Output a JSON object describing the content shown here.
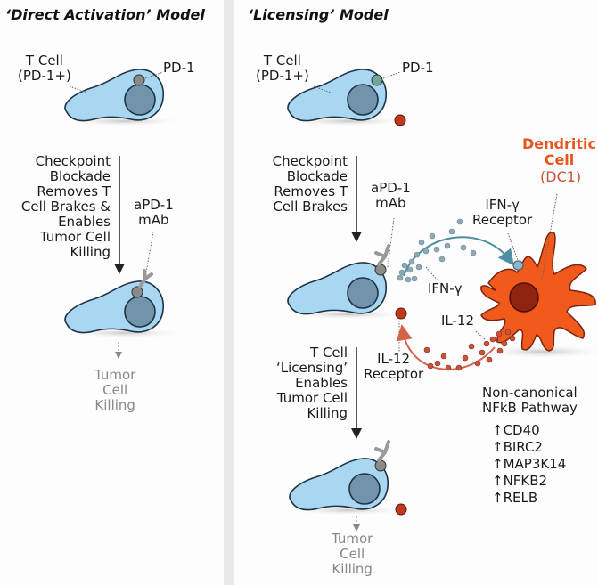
{
  "left_panel": {
    "title": "‘Direct Activation’ Model",
    "t_cell_label": [
      "T Cell",
      "(PD-1+)"
    ],
    "pd1_label": "PD-1",
    "arrow_text": [
      "Checkpoint",
      "Blockade",
      "Removes T",
      "Cell Brakes &",
      "Enables",
      "Tumor Cell",
      "Killing"
    ],
    "mab_label": [
      "aPD-1",
      "mAb"
    ],
    "outcome": [
      "Tumor",
      "Cell",
      "Killing"
    ]
  },
  "right_panel": {
    "title": "‘Licensing’ Model",
    "t_cell_label": [
      "T Cell",
      "(PD-1+)"
    ],
    "pd1_label": "PD-1",
    "arrow1_text": [
      "Checkpoint",
      "Blockade",
      "Removes T",
      "Cell Brakes"
    ],
    "mab_label": [
      "aPD-1",
      "mAb"
    ],
    "dc_title": [
      "Dendritic",
      "Cell"
    ],
    "dc_subtitle": "(DC1)",
    "ifng_receptor_label": [
      "IFN-γ",
      "Receptor"
    ],
    "ifng_label": "IFN-γ",
    "il12_label": "IL-12",
    "il12_receptor_label": [
      "IL-12",
      "Receptor"
    ],
    "arrow2_text": [
      "T Cell",
      "‘Licensing’",
      "Enables",
      "Tumor Cell",
      "Killing"
    ],
    "pathway_title": [
      "Non-canonical",
      "NFkB Pathway"
    ],
    "pathway_genes": [
      "↑CD40",
      "↑BIRC2",
      "↑MAP3K14",
      "↑NFKB2",
      "↑RELB"
    ],
    "outcome": [
      "Tumor",
      "Cell",
      "Killing"
    ]
  },
  "colors": {
    "t_cell_fill": "#a9d6f1",
    "t_cell_nucleus": "#7393ad",
    "pd1_gray": "#8a8a8a",
    "pd1_teal": "#6fa79a",
    "il12_receptor": "#c0391d",
    "dendritic_cell": "#f25a1c",
    "dc_nucleus": "#8e2410",
    "ifng_dot": "#8ea9b3",
    "ifng_arrow": "#4e8ea1",
    "il12_dot": "#c7533a",
    "il12_arrow": "#d2634a",
    "antibody": "#9a9a9a",
    "dc_label": "#e8541e"
  }
}
